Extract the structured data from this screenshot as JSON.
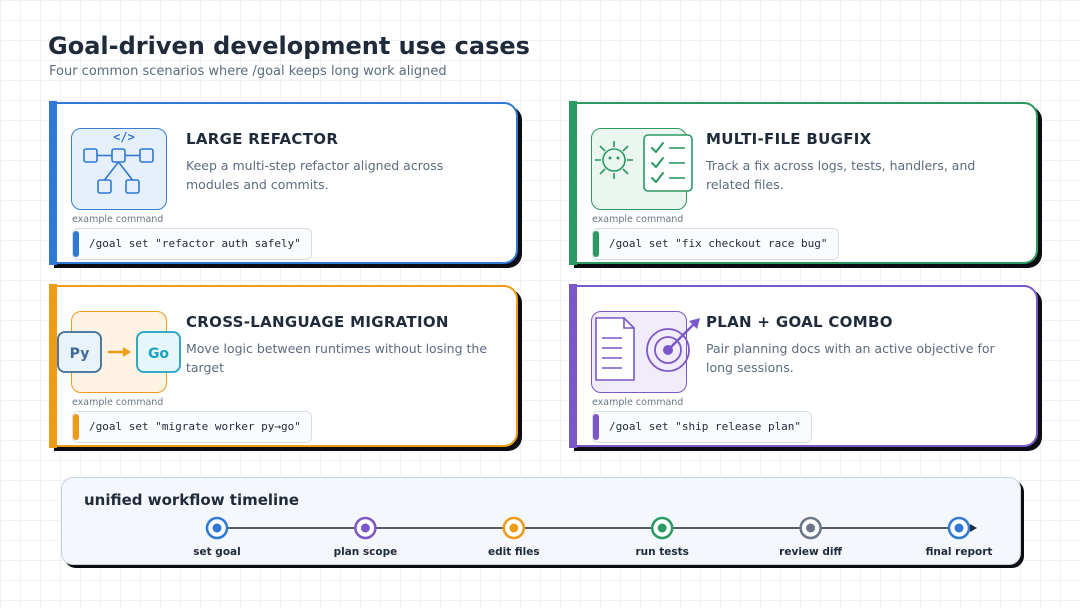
{
  "header": {
    "title": "Goal-driven development use cases",
    "subtitle": "Four common scenarios where /goal keeps long work aligned"
  },
  "cards": [
    {
      "title": "LARGE REFACTOR",
      "description": "Keep a multi-step refactor aligned across modules and commits.",
      "command_label": "example command",
      "command": "/goal set \"refactor auth safely\"",
      "icon": "code-module-graph-icon",
      "accent": "#2f78d4"
    },
    {
      "title": "MULTI-FILE BUGFIX",
      "description": "Track a fix across logs, tests, handlers, and related files.",
      "command_label": "example command",
      "command": "/goal set \"fix checkout race bug\"",
      "icon": "bug-checklist-icon",
      "accent": "#2a9a62"
    },
    {
      "title": "CROSS-LANGUAGE MIGRATION",
      "description": "Move logic between runtimes without losing the target",
      "command_label": "example command",
      "command": "/goal set \"migrate worker py→go\"",
      "icon": "py-to-go-icon",
      "icon_text_from": "Py",
      "icon_text_to": "Go",
      "accent": "#ee9b16"
    },
    {
      "title": "PLAN + GOAL COMBO",
      "description": "Pair planning docs with an active objective for long sessions.",
      "command_label": "example command",
      "command": "/goal set \"ship release plan\"",
      "icon": "document-target-icon",
      "accent": "#7b57c8"
    }
  ],
  "timeline": {
    "title": "unified workflow timeline",
    "steps": [
      {
        "label": "set goal",
        "color": "#2f78d4"
      },
      {
        "label": "plan scope",
        "color": "#7b57c8"
      },
      {
        "label": "edit files",
        "color": "#ee9b16"
      },
      {
        "label": "run tests",
        "color": "#2a9a62"
      },
      {
        "label": "review diff",
        "color": "#6b7686"
      },
      {
        "label": "final report",
        "color": "#2f78d4"
      }
    ]
  }
}
